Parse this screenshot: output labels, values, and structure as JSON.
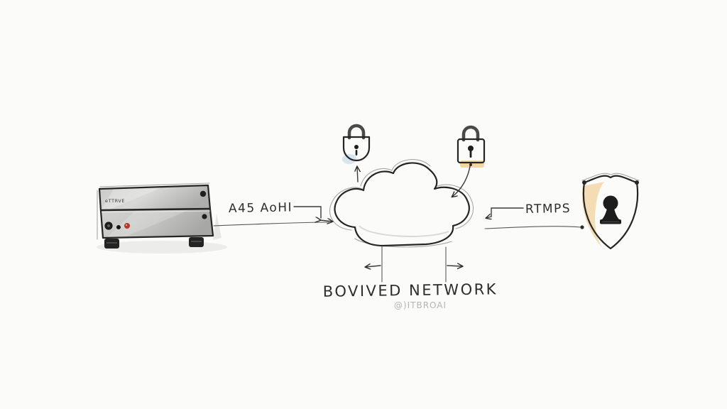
{
  "colors": {
    "background": "#fbfbf9",
    "ink": "#2d2d2d",
    "device_body_light": "#d6d6d4",
    "device_body_dark": "#b3b3b1",
    "lock_gray": "#a09f9d",
    "lock_gray_shadow": "#c3d9e8",
    "lock_amber": "#ecb763",
    "lock_amber_glow": "#f3cf8e",
    "shield_fill": "#f2c07c",
    "shield_smudge": "#eec27c",
    "keyhole_dark": "#1d1d1d",
    "record_button_red": "#b5372a",
    "shackle_gray": "#4a4a4a"
  },
  "diagram": {
    "device": {
      "brand": "eTTRVE"
    },
    "labels": {
      "left_protocol": "A45 AoHI",
      "right_protocol": "RTMPS",
      "network_title": "BOVIVED NETWORK",
      "network_handle": "@)ITBROAI"
    },
    "icons": {
      "encoder_device": "hardware-encoder-box",
      "cloud": "network-cloud",
      "gray_padlock": "closed-padlock",
      "amber_padlock": "closed-padlock",
      "shield": "security-shield-keyhole"
    }
  }
}
